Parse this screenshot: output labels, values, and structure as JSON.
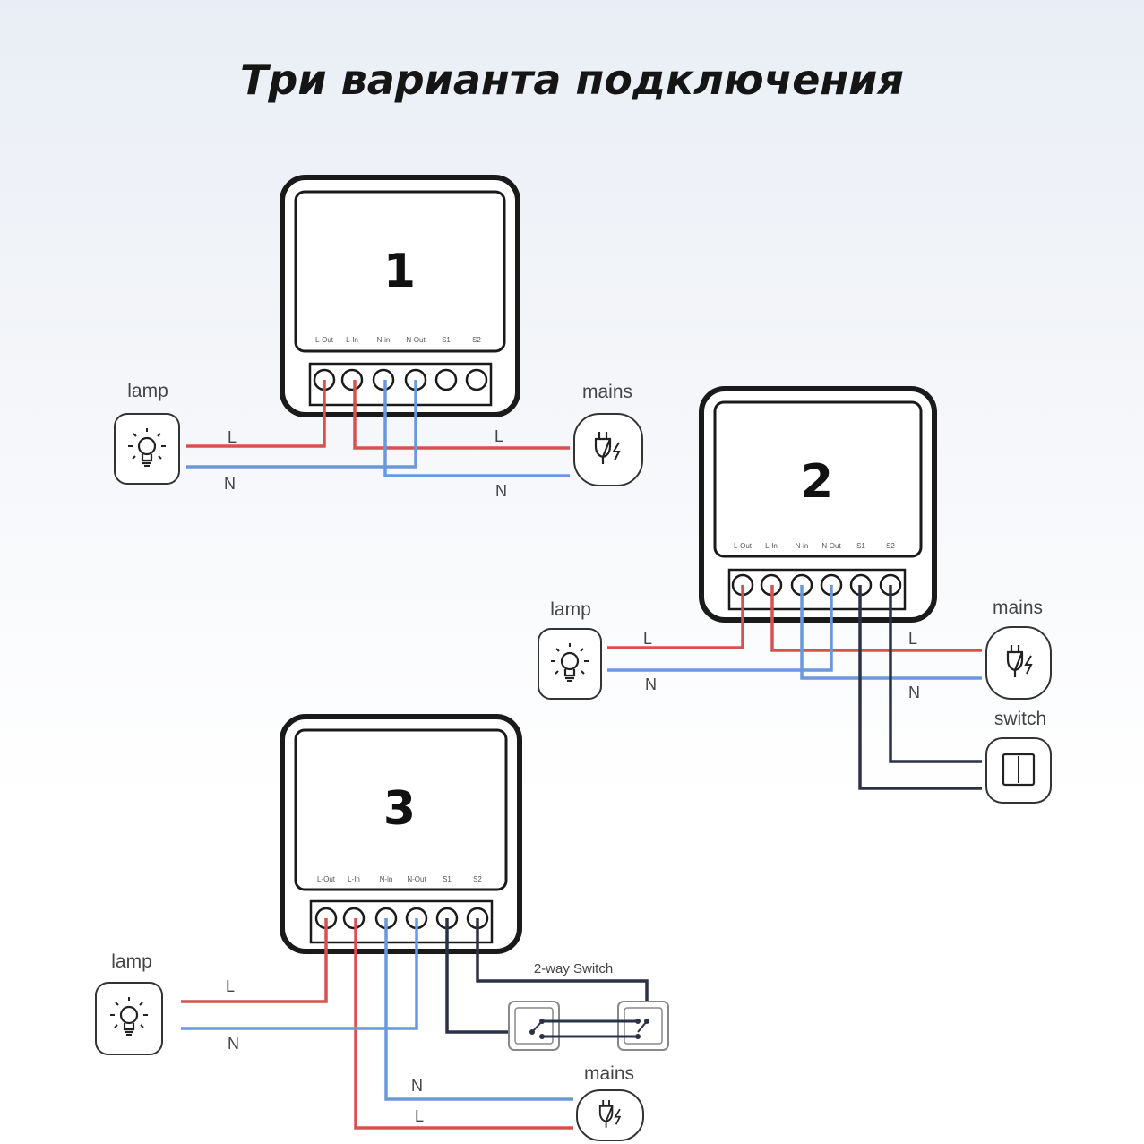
{
  "title": "Три варианта подключения",
  "colors": {
    "live": "#d9504f",
    "neutral": "#6a97de",
    "switch_wire": "#2b3245",
    "device": "#1a1a1a"
  },
  "terminal_labels": [
    "L-Out",
    "L-In",
    "N-in",
    "N-Out",
    "S1",
    "S2"
  ],
  "diagram1": {
    "number": "1",
    "lamp_label": "lamp",
    "mains_label": "mains",
    "wire_l": "L",
    "wire_n": "N"
  },
  "diagram2": {
    "number": "2",
    "lamp_label": "lamp",
    "mains_label": "mains",
    "switch_label": "switch",
    "wire_l": "L",
    "wire_n": "N"
  },
  "diagram3": {
    "number": "3",
    "lamp_label": "lamp",
    "mains_label": "mains",
    "two_way_label": "2-way Switch",
    "wire_l": "L",
    "wire_n": "N"
  },
  "icons": {
    "lamp": "lightbulb-icon",
    "mains": "plug-icon",
    "switch": "wall-switch-icon"
  }
}
